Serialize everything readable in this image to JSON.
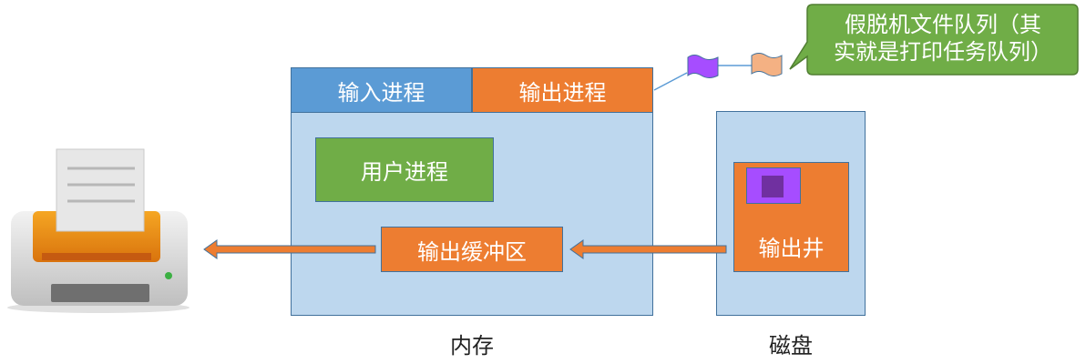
{
  "memory": {
    "label": "内存",
    "input_process": "输入进程",
    "output_process": "输出进程",
    "user_process": "用户进程",
    "output_buffer": "输出缓冲区"
  },
  "disk": {
    "label": "磁盘",
    "output_well": "输出井"
  },
  "callout": {
    "line1": "假脱机文件队列（其",
    "line2": "实就是打印任务队列）"
  },
  "colors": {
    "memory_fill": "#bdd7ee",
    "box_border": "#41719c",
    "input_blue": "#5b9bd5",
    "orange": "#ed7d31",
    "green": "#70ad47",
    "purple_outer": "#a64dff",
    "purple_inner": "#7030a0",
    "flag_orange": "#f4b183",
    "callout_fill": "#70ad47"
  },
  "icons": {
    "printer": "printer-icon",
    "arrow": "arrow-left-icon",
    "flag": "flag-icon"
  }
}
